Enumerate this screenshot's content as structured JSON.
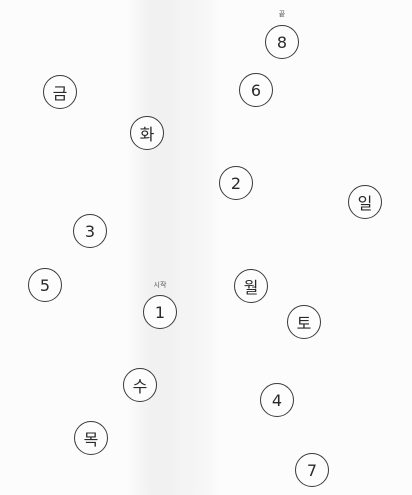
{
  "nodes": [
    {
      "label": "1"
    },
    {
      "label": "2"
    },
    {
      "label": "3"
    },
    {
      "label": "4"
    },
    {
      "label": "5"
    },
    {
      "label": "6"
    },
    {
      "label": "7"
    },
    {
      "label": "8"
    },
    {
      "label": "월"
    },
    {
      "label": "화"
    },
    {
      "label": "수"
    },
    {
      "label": "목"
    },
    {
      "label": "금"
    },
    {
      "label": "토"
    },
    {
      "label": "일"
    }
  ],
  "captions": {
    "start": "시작",
    "end": "끝"
  }
}
